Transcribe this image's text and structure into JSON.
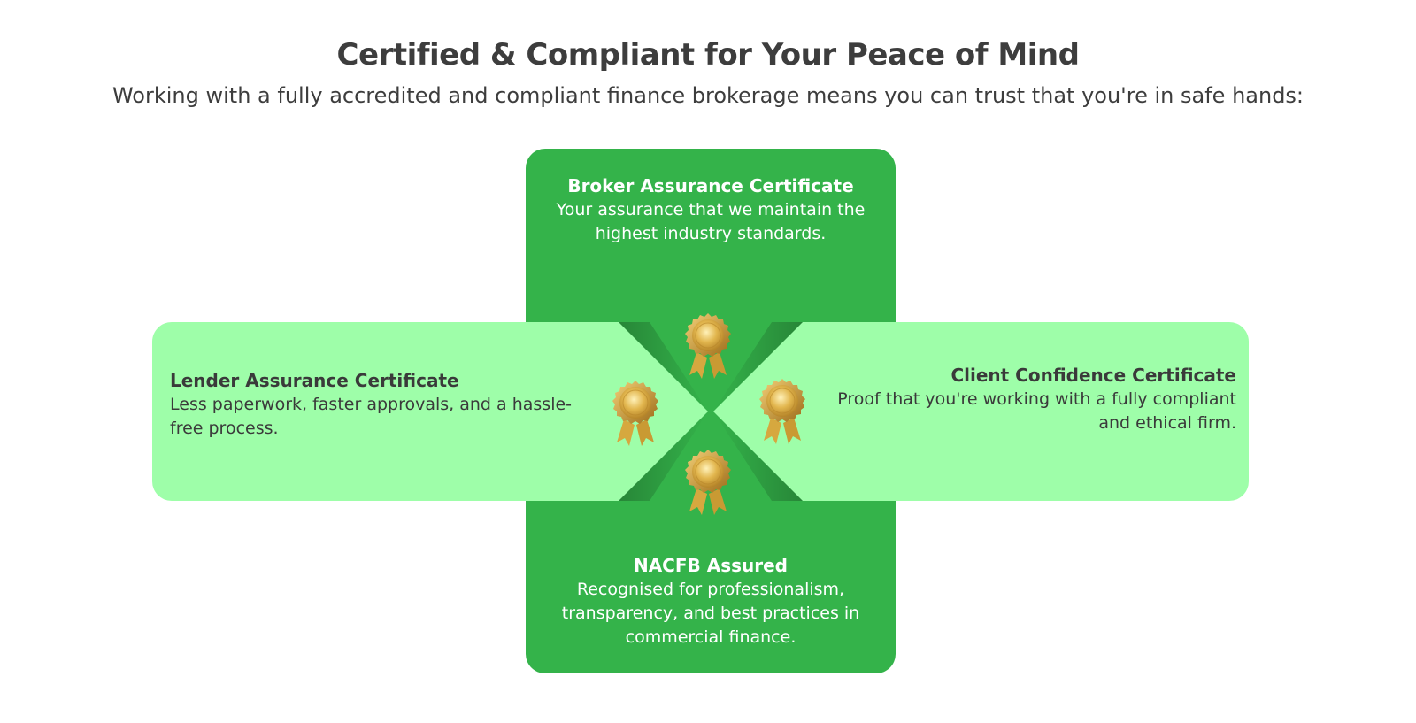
{
  "header": {
    "title": "Certified & Compliant for Your Peace of Mind",
    "subtitle": "Working with a fully accredited and compliant finance brokerage means you can trust that you're in safe hands:"
  },
  "certificates": {
    "top": {
      "title": "Broker Assurance Certificate",
      "description": "Your assurance that we maintain the highest industry standards."
    },
    "left": {
      "title": "Lender Assurance Certificate",
      "description": "Less paperwork, faster approvals, and a hassle-free process."
    },
    "right": {
      "title": "Client Confidence Certificate",
      "description": "Proof that you're working with a fully compliant and ethical firm."
    },
    "bottom": {
      "title": "NACFB Assured",
      "description": "Recognised for professionalism, transparency, and best practices in commercial finance."
    }
  },
  "icons": {
    "medal": "gold-rosette-medal-icon"
  },
  "colors": {
    "dark_green": "#34b34a",
    "light_green": "#9efea9",
    "gold": "#d4a63c",
    "text_dark": "#3a3a3a",
    "text_light": "#ffffff"
  }
}
